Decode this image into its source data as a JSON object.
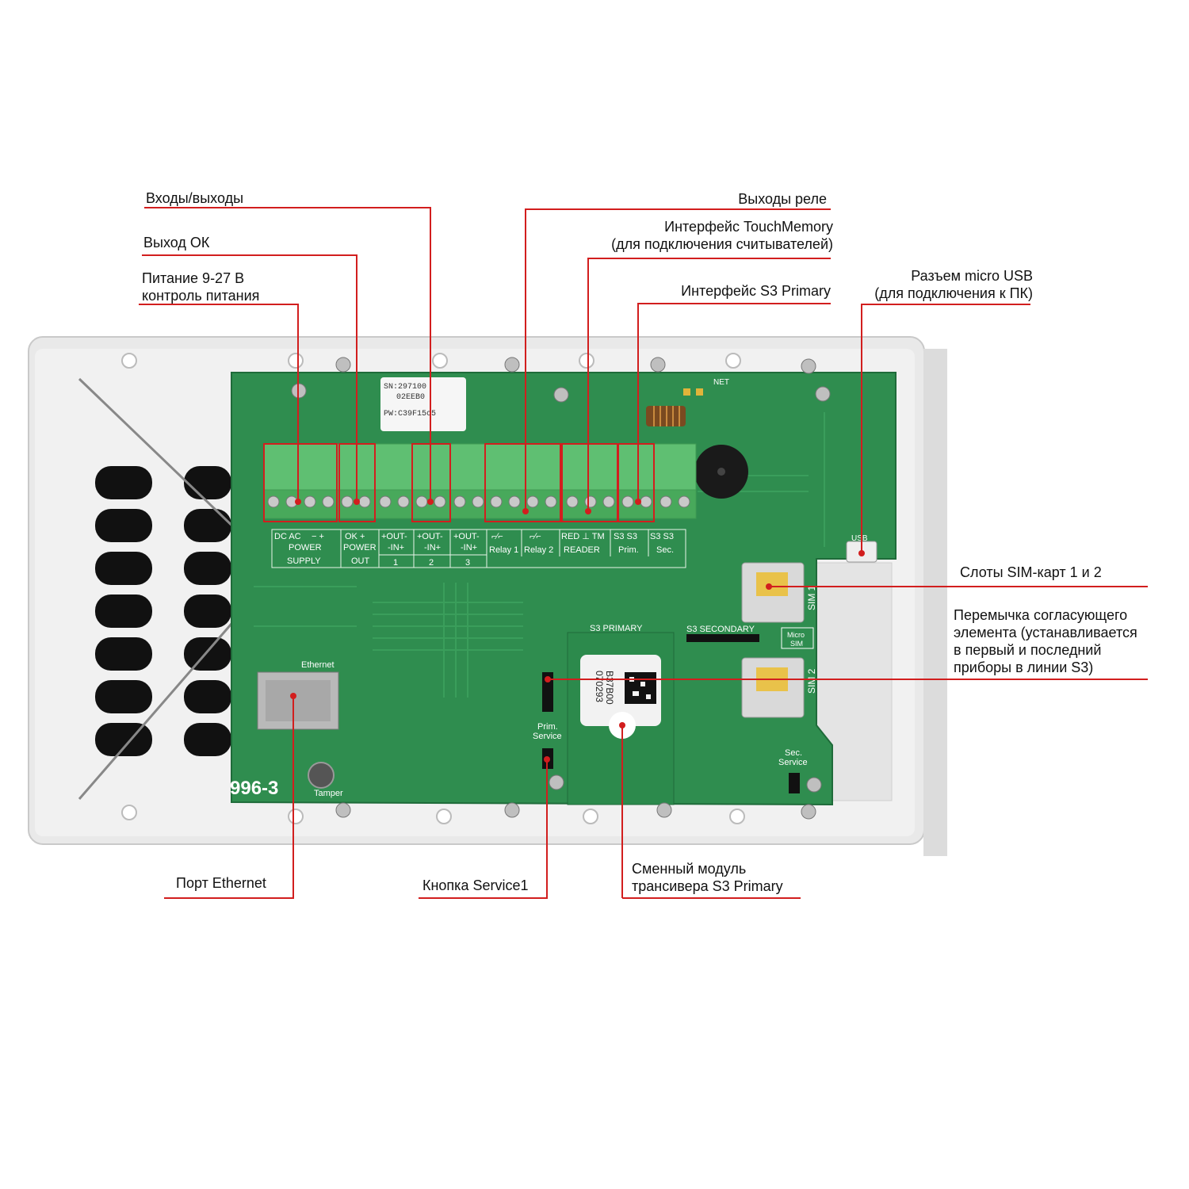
{
  "colors": {
    "leader": "#d21e1e",
    "pcb": "#2f8d4f",
    "pcb_dark": "#1f6b3a",
    "terminal": "#56b86a",
    "housing": "#ececec"
  },
  "callouts": {
    "inputs_outputs": "Входы/выходы",
    "ok_output": "Выход ОК",
    "power_1": "Питание 9-27 В",
    "power_2": "контроль питания",
    "relay_outputs": "Выходы реле",
    "touchmemory_1": "Интерфейс TouchMemory",
    "touchmemory_2": "(для подключения считывателей)",
    "s3_primary_iface": "Интерфейс S3 Primary",
    "usb_1": "Разъем micro USB",
    "usb_2": "(для подключения к ПК)",
    "sim_slots": "Слоты SIM-карт 1 и 2",
    "jumper_1": "Перемычка согласующего",
    "jumper_2": "элемента (устанавливается",
    "jumper_3": "в первый и последний",
    "jumper_4": "приборы в линии S3)",
    "ethernet_port": "Порт Ethernet",
    "service1_button": "Кнопка Service1",
    "module_1": "Сменный модуль",
    "module_2": "трансивера S3 Primary"
  },
  "board": {
    "model": "996-3",
    "sticker": [
      "SN:297100",
      "02EEB0",
      "PW:C39F15c5"
    ],
    "net": "NET",
    "usb": "USB",
    "ethernet": "Ethernet",
    "tamper": "Tamper",
    "sim1": "SIM 1",
    "sim2": "SIM 2",
    "micro_sim_1": "Micro",
    "micro_sim_2": "SIM",
    "s3_primary": "S3 PRIMARY",
    "s3_secondary": "S3 SECONDARY",
    "prim_service_1": "Prim.",
    "prim_service_2": "Service",
    "sec_service_1": "Sec.",
    "sec_service_2": "Service",
    "module_code_1": "070293",
    "module_code_2": "B37B00",
    "terminal_row1": [
      "DC AC",
      "−  +",
      "OK  +",
      "+OUT-",
      "+OUT-",
      "+OUT-",
      "⌐∕⌐",
      "⌐∕⌐",
      "RED ⊥ TM",
      "S3  S3",
      "S3  S3"
    ],
    "terminal_row2": [
      "POWER",
      "POWER",
      "-IN+",
      "-IN+",
      "-IN+",
      "Relay 1",
      "Relay 2",
      "READER",
      "Prim.",
      "Sec."
    ],
    "terminal_row3": [
      "SUPPLY",
      "OUT",
      "1",
      "2",
      "3"
    ]
  }
}
